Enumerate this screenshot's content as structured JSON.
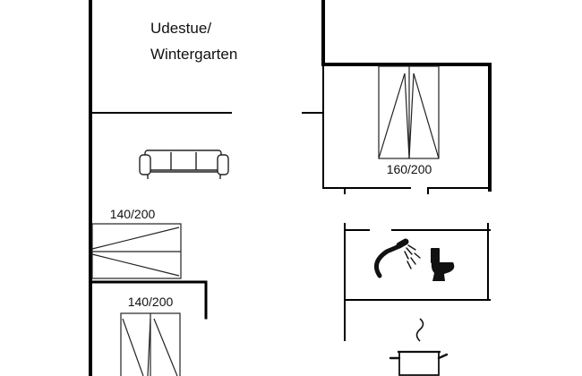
{
  "rooms": {
    "winter_garden": {
      "label_line1": "Udestue/",
      "label_line2": "Wintergarten"
    }
  },
  "beds": {
    "double_bed_right": {
      "size": "160/200"
    },
    "bed_left_upper": {
      "size": "140/200"
    },
    "bed_left_lower": {
      "size": "140/200"
    }
  },
  "icons": {
    "sofa": "sofa-icon",
    "shower": "shower-icon",
    "toilet": "toilet-icon",
    "stove_pot": "cooking-pot-icon"
  },
  "colors": {
    "wall": "#000000",
    "line": "#222222",
    "background": "#ffffff"
  }
}
